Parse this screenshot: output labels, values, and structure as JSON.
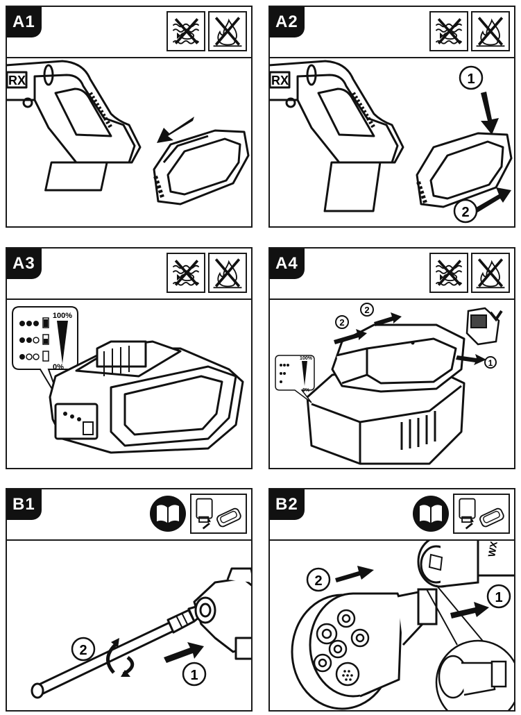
{
  "panels": {
    "a1": {
      "label": "A1"
    },
    "a2": {
      "label": "A2",
      "step1": "1",
      "step2": "2",
      "brand": "RX"
    },
    "a3": {
      "label": "A3",
      "level_full": "100%",
      "level_empty": "0%"
    },
    "a4": {
      "label": "A4",
      "step1": "1",
      "step2a": "2",
      "step2b": "2",
      "level_full": "100%",
      "level_empty": "0%"
    },
    "b1": {
      "label": "B1",
      "step1": "1",
      "step2": "2"
    },
    "b2": {
      "label": "B2",
      "step1": "1",
      "step2": "2",
      "tag": "WX"
    }
  },
  "a1": {
    "brand": "RX"
  },
  "icons": {
    "no_water": "no-water-immersion-icon",
    "no_fire": "no-fire-icon",
    "manual": "read-manual-icon",
    "battery_ref": "battery-reference-icon"
  }
}
